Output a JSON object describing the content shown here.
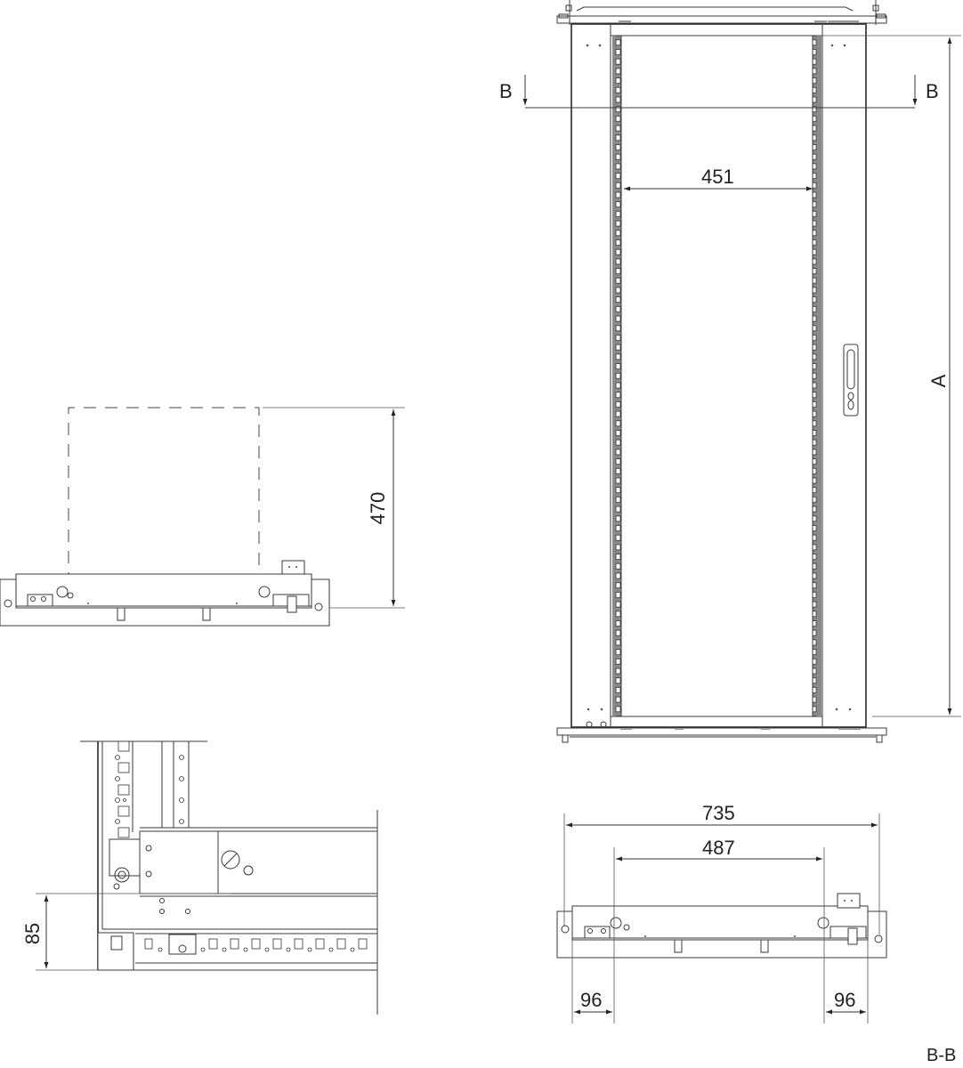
{
  "drawing": {
    "type": "technical-dimension-drawing",
    "subject": "rack cabinet with glazed door",
    "colors": {
      "line": "#3a3a3a",
      "background": "#ffffff"
    }
  },
  "front_view": {
    "section_marker_left": "B",
    "section_marker_right": "B",
    "inner_width_label": "451",
    "height_label": "A"
  },
  "top_view": {
    "depth_label": "470"
  },
  "detail_view": {
    "offset_label": "85"
  },
  "section_view": {
    "overall_width_label": "735",
    "rail_width_label": "487",
    "left_offset_label": "96",
    "right_offset_label": "96",
    "caption": "B-B"
  }
}
